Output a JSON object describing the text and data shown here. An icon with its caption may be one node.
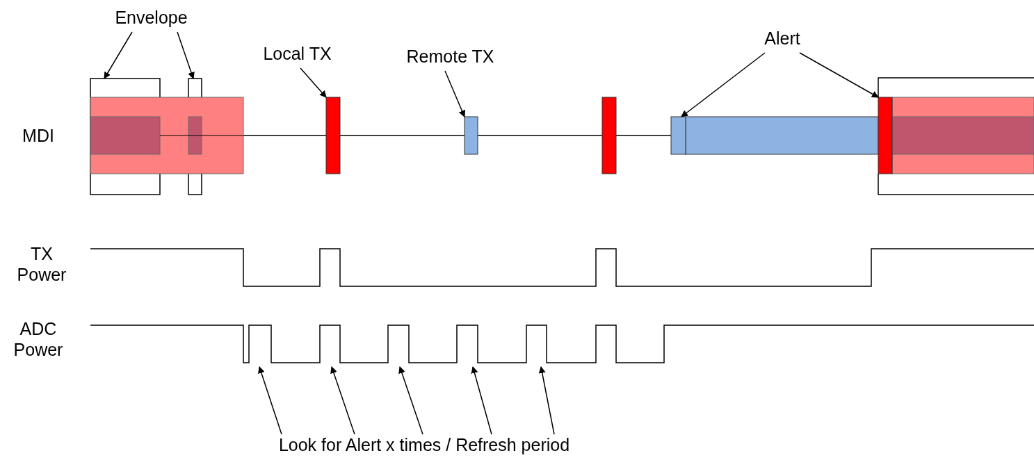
{
  "diagram": {
    "nodes": [
      {
        "text": [
          "Envelope"
        ]
      },
      {
        "text": [],
        "shape": "box"
      },
      {
        "text": [],
        "shape": "box"
      },
      {
        "text": [
          "Local TX"
        ]
      },
      {
        "text": [],
        "shape": "bar"
      },
      {
        "text": [
          "Remote TX"
        ]
      },
      {
        "text": [],
        "shape": "bar"
      },
      {
        "text": [
          "Alert"
        ]
      },
      {
        "text": [],
        "shape": "bar"
      },
      {
        "text": [],
        "shape": "bar"
      },
      {
        "text": [
          "Look for Alert x times / Refresh period"
        ]
      }
    ],
    "edges": [
      {
        "from": 0,
        "to": 1,
        "arrow": "to"
      },
      {
        "from": 0,
        "to": 2,
        "arrow": "to"
      },
      {
        "from": 3,
        "to": 4,
        "arrow": "to"
      },
      {
        "from": 5,
        "to": 6,
        "arrow": "to"
      },
      {
        "from": 7,
        "to": 8,
        "arrow": "to"
      },
      {
        "from": 7,
        "to": 9,
        "arrow": "to"
      },
      {
        "from": 10,
        "to": null,
        "arrow": "to"
      },
      {
        "from": 10,
        "to": null,
        "arrow": "to"
      },
      {
        "from": 10,
        "to": null,
        "arrow": "to"
      },
      {
        "from": 10,
        "to": null,
        "arrow": "to"
      },
      {
        "from": 10,
        "to": null,
        "arrow": "to"
      }
    ],
    "labels": [
      "MDI",
      "TX Power",
      "ADC Power"
    ]
  }
}
